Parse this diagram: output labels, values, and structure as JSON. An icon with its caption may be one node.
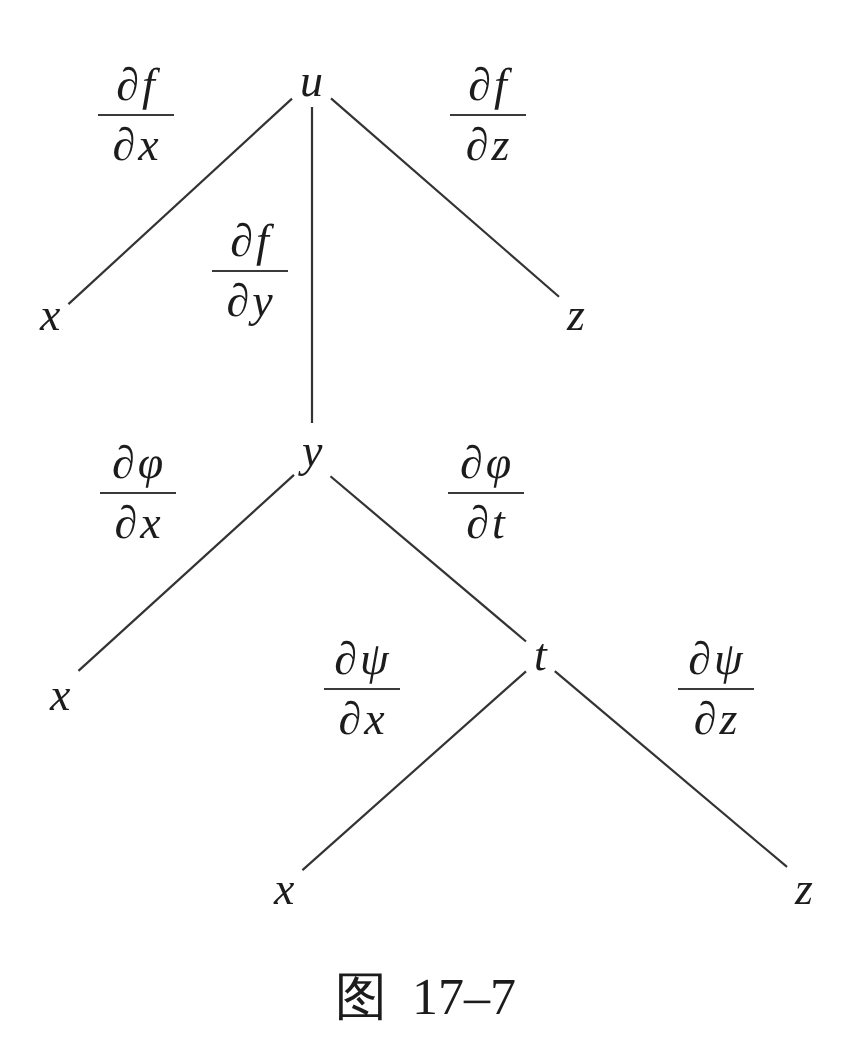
{
  "diagram": {
    "caption": "图 17–7",
    "nodes": [
      {
        "text": [
          "u"
        ]
      },
      {
        "text": [
          "x"
        ]
      },
      {
        "text": [
          "z"
        ]
      },
      {
        "text": [
          "y"
        ]
      },
      {
        "text": [
          "x"
        ]
      },
      {
        "text": [
          "t"
        ]
      },
      {
        "text": [
          "x"
        ]
      },
      {
        "text": [
          "z"
        ]
      }
    ],
    "edges": [
      {
        "from": 0,
        "to": 1,
        "arrow": "none",
        "label": "∂f ∂x"
      },
      {
        "from": 0,
        "to": 3,
        "arrow": "none",
        "label": "∂f ∂y"
      },
      {
        "from": 0,
        "to": 2,
        "arrow": "none",
        "label": "∂f ∂z"
      },
      {
        "from": 3,
        "to": 4,
        "arrow": "none",
        "label": "∂φ ∂x"
      },
      {
        "from": 3,
        "to": 5,
        "arrow": "none",
        "label": "∂φ ∂t"
      },
      {
        "from": 5,
        "to": 6,
        "arrow": "none",
        "label": "∂ψ ∂x"
      },
      {
        "from": 5,
        "to": 7,
        "arrow": "none",
        "label": "∂ψ ∂z"
      }
    ]
  }
}
